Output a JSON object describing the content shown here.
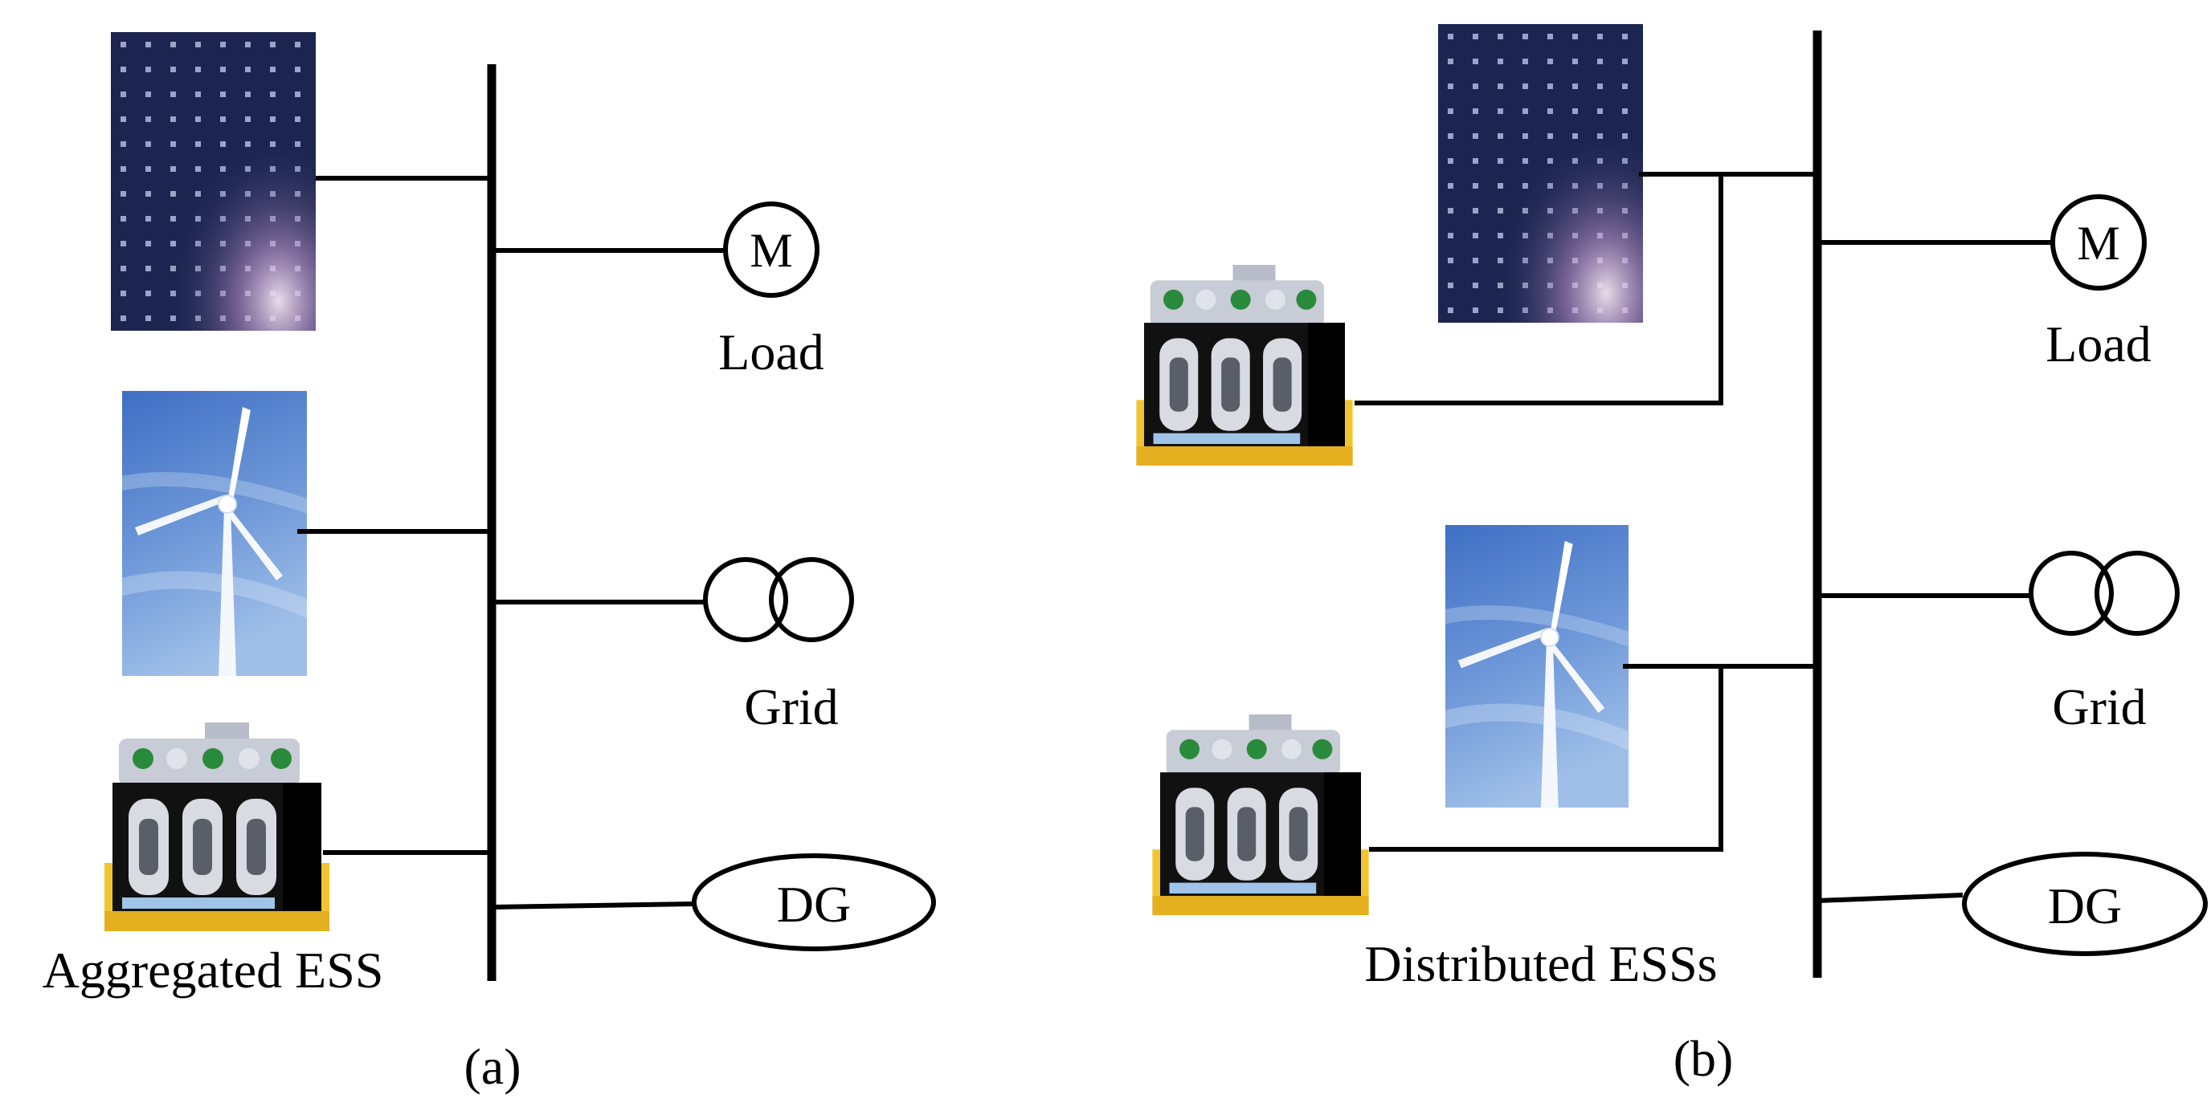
{
  "panel_a": {
    "caption": "(a)",
    "ess_label": "Aggregated ESS",
    "load_label": "Load",
    "motor_symbol": "M",
    "grid_label": "Grid",
    "dg_label": "DG"
  },
  "panel_b": {
    "caption": "(b)",
    "ess_label": "Distributed ESSs",
    "load_label": "Load",
    "motor_symbol": "M",
    "grid_label": "Grid",
    "dg_label": "DG"
  },
  "icons": [
    "solar-panel-icon",
    "wind-turbine-icon",
    "battery-storage-icon",
    "motor-icon",
    "transformer-icon"
  ],
  "colors": {
    "line": "#000000",
    "solar_panel": "#1c2550",
    "sky": "#4f82cf",
    "battery_base": "#f2c530"
  }
}
